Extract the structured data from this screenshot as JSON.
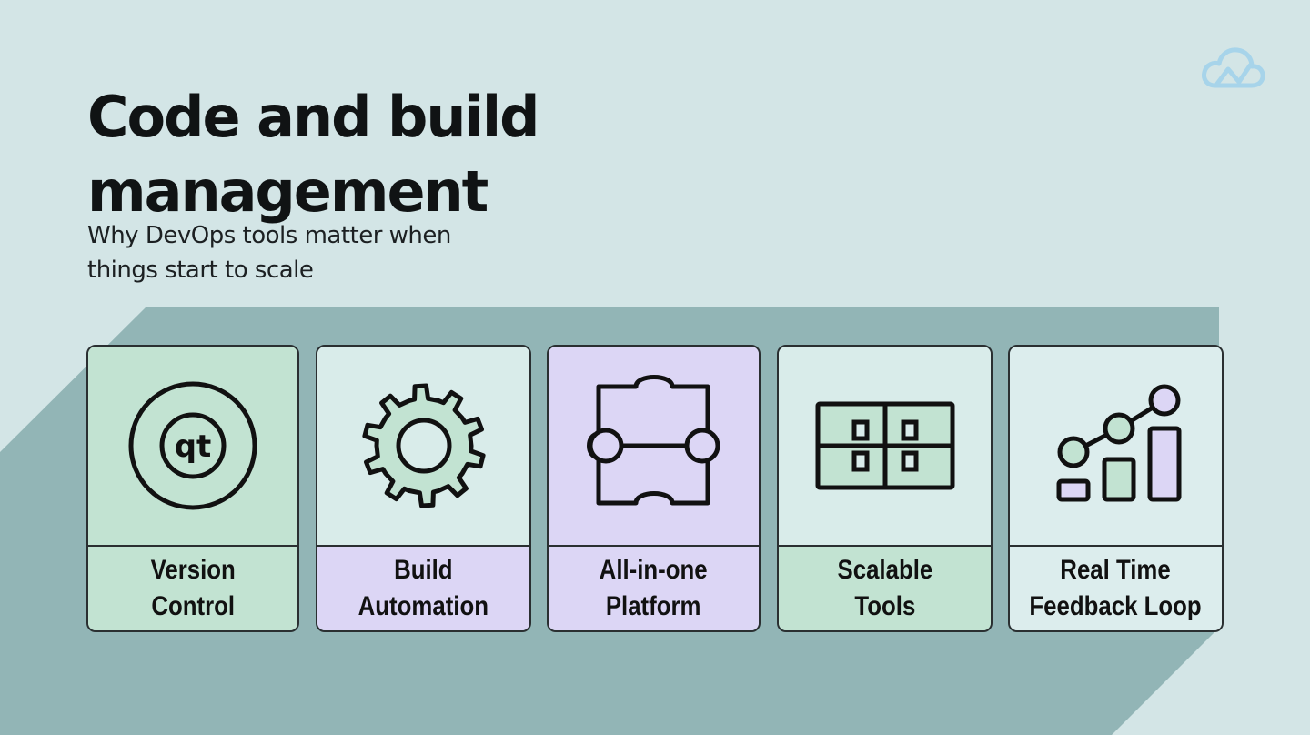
{
  "header": {
    "title_line1": "Code and build",
    "title_line2": "management",
    "subtitle_line1": "Why DevOps tools matter when",
    "subtitle_line2": "things start to scale"
  },
  "logo": {
    "icon": "cloud-logo-icon"
  },
  "cards": [
    {
      "line1": "Version",
      "line2": "Control",
      "icon": "qt-logo-icon",
      "icon_bg": "#c2e3d2",
      "label_bg": "#c2e3d2"
    },
    {
      "line1": "Build",
      "line2": "Automation",
      "icon": "gear-icon",
      "icon_bg": "#d9ecea",
      "label_bg": "#dcd6f5"
    },
    {
      "line1": "All-in-one",
      "line2": "Platform",
      "icon": "puzzle-icon",
      "icon_bg": "#dcd6f5",
      "label_bg": "#dcd6f5"
    },
    {
      "line1": "Scalable",
      "line2": "Tools",
      "icon": "grid-blocks-icon",
      "icon_bg": "#d9ecea",
      "label_bg": "#c2e3d2"
    },
    {
      "line1": "Real Time",
      "line2": "Feedback Loop",
      "icon": "growth-chart-icon",
      "icon_bg": "#dceded",
      "label_bg": "#dceded"
    }
  ],
  "colors": {
    "background": "#d3e5e6",
    "band": "#92b5b6",
    "text": "#101314",
    "mint": "#c2e3d2",
    "lavender": "#dcd6f5"
  }
}
